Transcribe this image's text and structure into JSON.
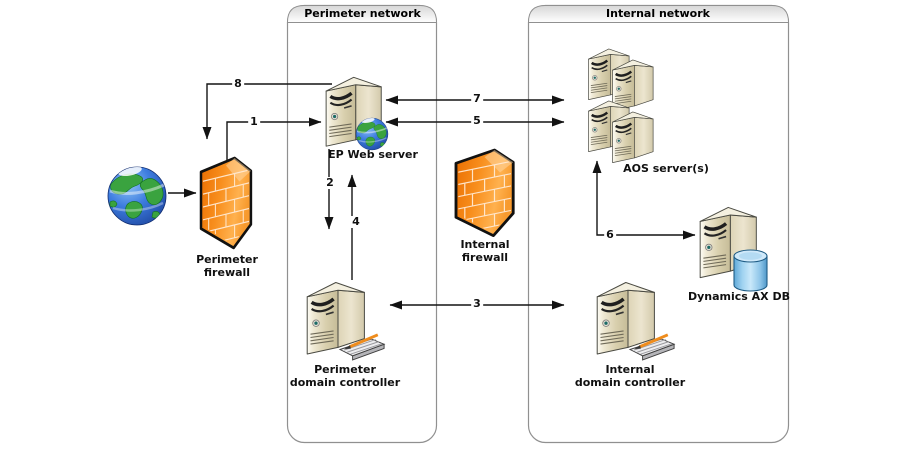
{
  "containers": [
    {
      "title": "Perimeter network"
    },
    {
      "title": "Internal network"
    }
  ],
  "nodes": {
    "internet_globe": {
      "label": ""
    },
    "perimeter_firewall": {
      "label": "Perimeter firewall",
      "lines": [
        "Perimeter",
        "firewall"
      ]
    },
    "ep_web_server": {
      "label": "EP Web server"
    },
    "perimeter_dc": {
      "label": "Perimeter domain controller",
      "lines": [
        "Perimeter",
        "domain controller"
      ]
    },
    "internal_firewall": {
      "label": "Internal firewall",
      "lines": [
        "Internal",
        "firewall"
      ]
    },
    "aos_servers": {
      "label": "AOS server(s)"
    },
    "dynamics_ax_db": {
      "label": "Dynamics AX DB"
    },
    "internal_dc": {
      "label": "Internal domain controller",
      "lines": [
        "Internal",
        "domain controller"
      ]
    }
  },
  "connections": [
    {
      "label": "1",
      "from": "Perimeter firewall",
      "to": "EP Web server",
      "arrows": "one-way"
    },
    {
      "label": "2",
      "from": "EP Web server",
      "to": "Perimeter domain controller",
      "arrows": "one-way"
    },
    {
      "label": "3",
      "from": "Perimeter domain controller",
      "to": "Internal domain controller",
      "arrows": "two-way"
    },
    {
      "label": "4",
      "from": "Perimeter domain controller",
      "to": "EP Web server",
      "arrows": "one-way"
    },
    {
      "label": "5",
      "from": "EP Web server",
      "to": "AOS server(s)",
      "arrows": "two-way"
    },
    {
      "label": "6",
      "from": "AOS server(s)",
      "to": "Dynamics AX DB",
      "arrows": "two-way"
    },
    {
      "label": "7",
      "from": "EP Web server",
      "to": "AOS server(s)",
      "arrows": "two-way"
    },
    {
      "label": "8",
      "from": "EP Web server",
      "to": "Perimeter firewall",
      "arrows": "one-way"
    },
    {
      "label": "",
      "from": "Internet",
      "to": "Perimeter firewall",
      "arrows": "one-way"
    }
  ],
  "colors": {
    "firewall_orange": "#f5891c",
    "server_beige": "#d9d0ae",
    "database_blue": "#8cc4e8",
    "container_border": "#909090",
    "connector": "#141414"
  }
}
